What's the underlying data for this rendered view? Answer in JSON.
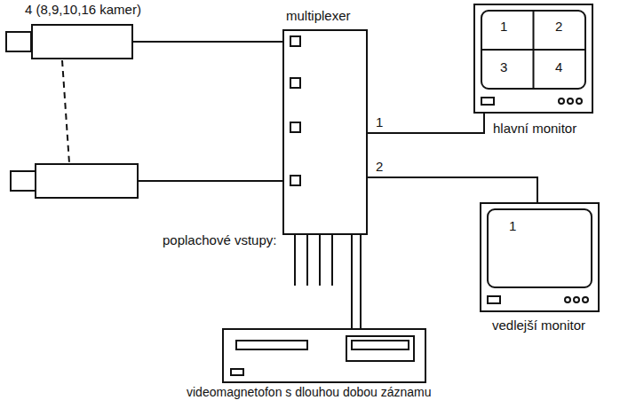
{
  "diagram": {
    "nodes": [
      {
        "text": [
          "4 (8,9,10,16 kamer)"
        ]
      },
      {
        "text": [
          "multiplexer"
        ]
      },
      {
        "text": [
          "1",
          "2",
          "3",
          "4",
          "hlavní monitor"
        ]
      },
      {
        "text": [
          "1",
          "vedlejší monitor"
        ]
      },
      {
        "text": [
          "videomagnetofon s dlouhou dobou záznamu"
        ]
      }
    ],
    "edges": [
      {
        "from": 0,
        "to": 1,
        "arrow": "none"
      },
      {
        "from": 1,
        "to": 2,
        "label": "1",
        "arrow": "none"
      },
      {
        "from": 1,
        "to": 3,
        "label": "2",
        "arrow": "none"
      },
      {
        "from": 1,
        "to": 4,
        "arrow": "none"
      },
      {
        "from": 1,
        "to": 4,
        "arrow": "none"
      }
    ],
    "labels": [
      "poplachové vstupy:"
    ]
  }
}
